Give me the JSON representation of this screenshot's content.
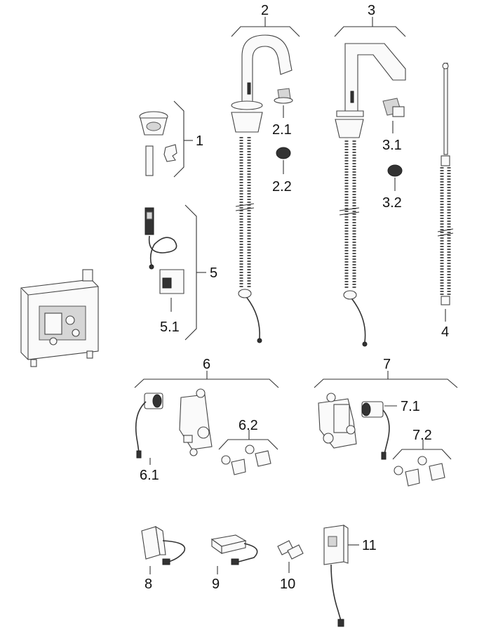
{
  "labels": {
    "l1": "1",
    "l2": "2",
    "l2_1": "2.1",
    "l2_2": "2.2",
    "l3": "3",
    "l3_1": "3.1",
    "l3_2": "3.2",
    "l4": "4",
    "l5": "5",
    "l5_1": "5.1",
    "l6": "6",
    "l6_1": "6.1",
    "l6_2": "6.2",
    "l7": "7",
    "l7_1": "7.1",
    "l7_2": "7.2",
    "l8": "8",
    "l9": "9",
    "l10": "10",
    "l11": "11"
  }
}
